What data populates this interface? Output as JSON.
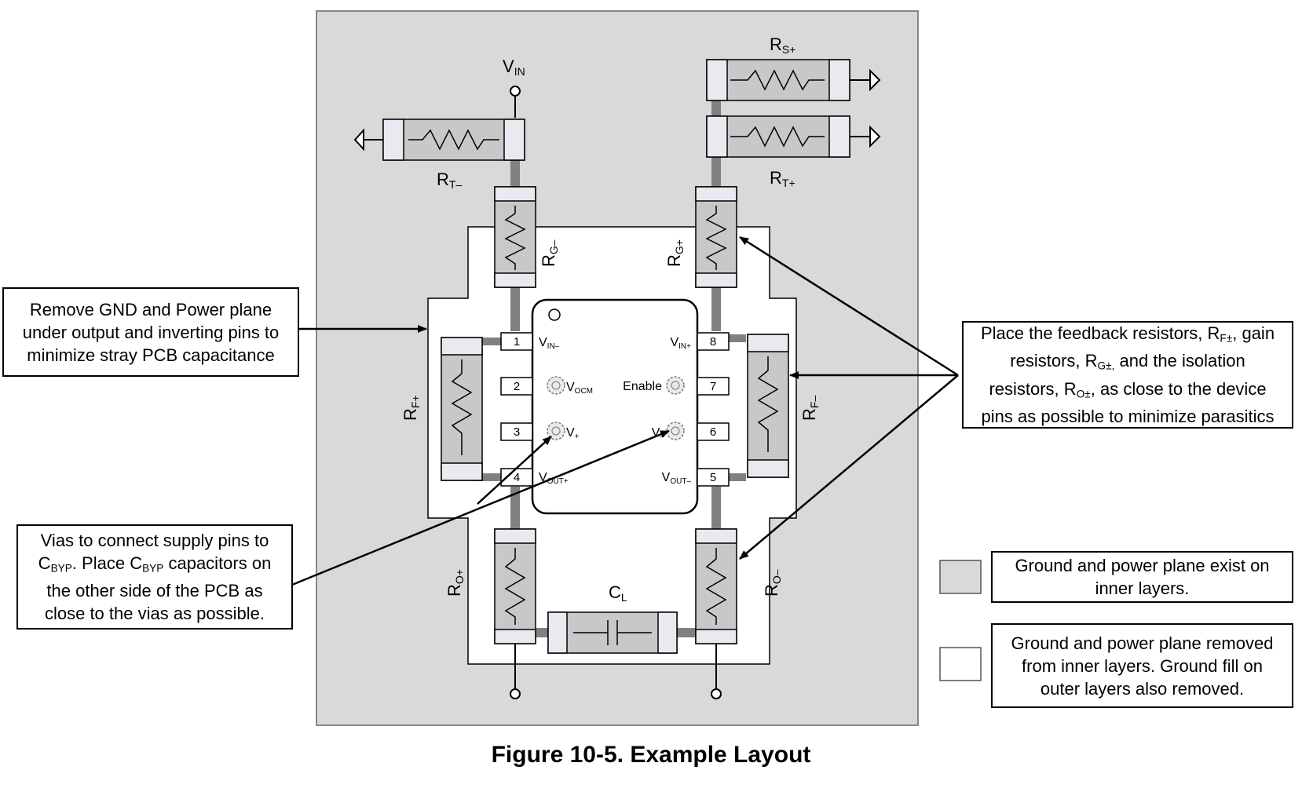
{
  "caption": "Figure 10-5. Example Layout",
  "callouts": {
    "remove_plane": [
      "Remove GND and Power plane",
      "under output and inverting pins to",
      "minimize stray PCB capacitance"
    ],
    "vias_cbyp": {
      "line1": "Vias to connect supply pins to",
      "line2_main": "C",
      "line2_sub": "BYP",
      "line2_mid": ". Place C",
      "line2_sub2": "BYP",
      "line2_end": " capacitors on",
      "line3": "the other side of the PCB as",
      "line4": "close to the vias as possible."
    },
    "place_feedback": {
      "l1a": "Place the feedback resistors, R",
      "l1sub": "F±",
      "l1b": ", gain",
      "l2a": "resistors, R",
      "l2sub": "G±,",
      "l2b": " and the isolation",
      "l3a": "resistors, R",
      "l3sub": "O±",
      "l3b": ", as close to the device",
      "l4": "pins as possible to minimize parasitics"
    }
  },
  "legend": {
    "gray_text": [
      "Ground and power plane exist on",
      "inner layers."
    ],
    "white_text": [
      "Ground and power plane removed",
      "from inner layers. Ground fill on",
      "outer layers also removed."
    ],
    "gray_color": "#d9d9d9",
    "white_color": "#ffffff"
  },
  "pins": {
    "p1": "1",
    "p2": "2",
    "p3": "3",
    "p4": "4",
    "p5": "5",
    "p6": "6",
    "p7": "7",
    "p8": "8"
  },
  "pin_labels": {
    "vin_minus": {
      "main": "V",
      "sub": "IN–"
    },
    "vocm": {
      "main": "V",
      "sub": "OCM"
    },
    "vplus": {
      "main": "V",
      "sub": "+"
    },
    "vout_plus": {
      "main": "V",
      "sub": "OUT+"
    },
    "vin_plus": {
      "main": "V",
      "sub": "IN+"
    },
    "enable": "Enable",
    "vminus": {
      "main": "V",
      "sub": "–"
    },
    "vout_minus": {
      "main": "V",
      "sub": "OUT–"
    }
  },
  "components": {
    "vin": {
      "main": "V",
      "sub": "IN"
    },
    "rs_plus": {
      "main": "R",
      "sub": "S+"
    },
    "rt_plus": {
      "main": "R",
      "sub": "T+"
    },
    "rt_minus": {
      "main": "R",
      "sub": "T–"
    },
    "rg_minus": {
      "main": "R",
      "sub": "G–"
    },
    "rg_plus": {
      "main": "R",
      "sub": "G+"
    },
    "rf_plus": {
      "main": "R",
      "sub": "F+"
    },
    "rf_minus": {
      "main": "R",
      "sub": "F–"
    },
    "ro_plus": {
      "main": "R",
      "sub": "O+"
    },
    "ro_minus": {
      "main": "R",
      "sub": "O–"
    },
    "cl": {
      "main": "C",
      "sub": "L"
    }
  },
  "colors": {
    "board": "#d9d9d9",
    "trace": "#808080",
    "body": "#c8c8c8",
    "pad": "#e8eaf0"
  }
}
